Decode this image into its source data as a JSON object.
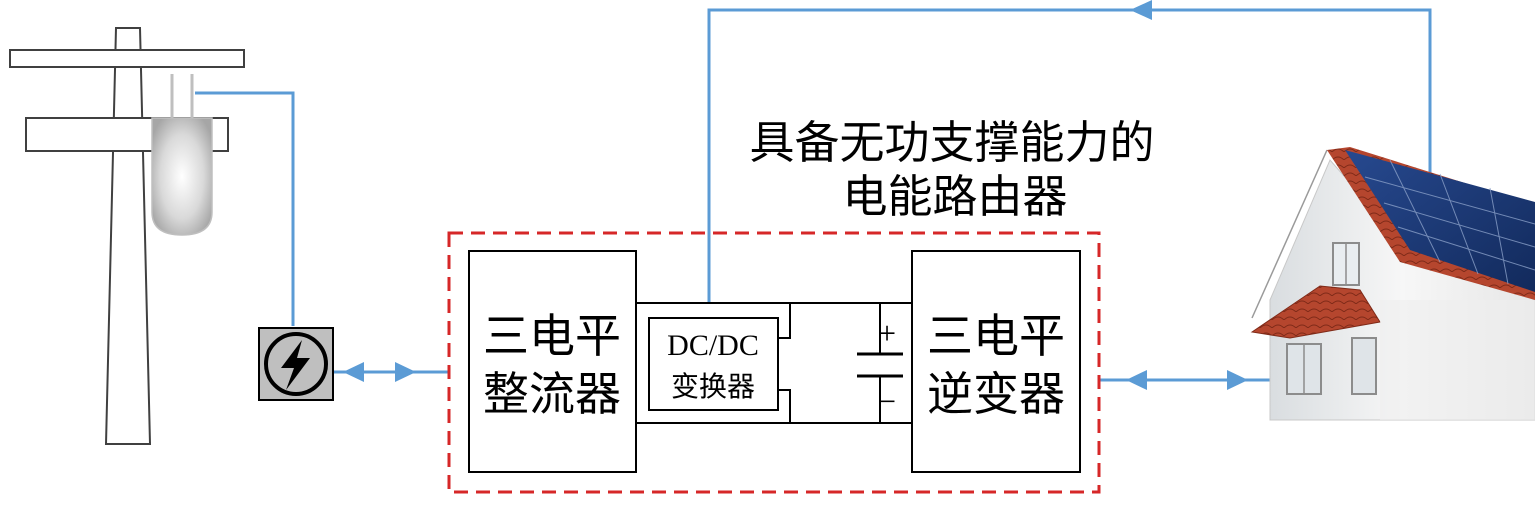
{
  "title": {
    "line1": "具备无功支撑能力的",
    "line2": "电能路由器"
  },
  "blocks": {
    "rectifier": {
      "line1": "三电平",
      "line2": "整流器"
    },
    "dcdc": {
      "line1": "DC/DC",
      "line2": "变换器"
    },
    "inverter": {
      "line1": "三电平",
      "line2": "逆变器"
    }
  },
  "capacitor": {
    "plus": "+",
    "minus": "−"
  },
  "colors": {
    "connection": "#5b9bd5",
    "router_boundary": "#d62728",
    "block_stroke": "#000000",
    "meter_fill": "#bfbfbf",
    "roof_tiles": "#b5462e",
    "solar_panel": "#1d3a78",
    "house_wall": "#f2f2f2"
  },
  "icons": {
    "grid": "utility-pole-icon",
    "meter": "lightning-bolt-icon",
    "load": "house-with-solar-panels-icon"
  }
}
